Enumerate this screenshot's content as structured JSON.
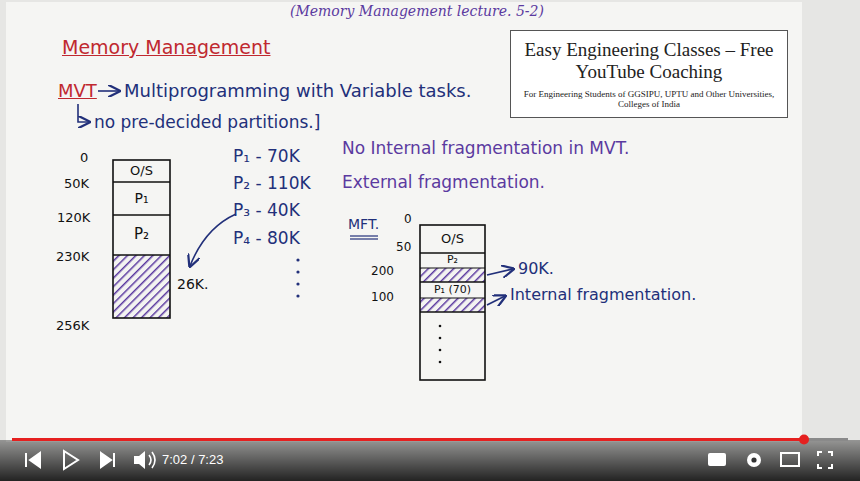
{
  "diagram": {
    "title": "(Memory Management lecture. 5-2)",
    "nodes": [
      {
        "text": [
          "Easy Engineering Classes – Free YouTube Coaching",
          "For Engineering Students of GGSIPU, UPTU and Other Universities, Colleges of India"
        ]
      },
      {
        "text": [
          "O/S"
        ]
      },
      {
        "text": [
          "P₁"
        ]
      },
      {
        "text": [
          "P₂"
        ]
      },
      {
        "text": [
          "O/S"
        ]
      },
      {
        "text": [
          "P₂"
        ]
      },
      {
        "text": [
          "P₁ (70)"
        ]
      }
    ],
    "labels": [
      "Memory Management",
      "MVT",
      "Multiprogramming with Variable tasks.",
      "no pre-decided partitions.]",
      "0",
      "50K",
      "120K",
      "230K",
      "256K",
      "26K.",
      "P₁ - 70K",
      "P₂ - 110K",
      "P₃ - 40K",
      "P₄ - 80K",
      "No Internal fragmentation in MVT.",
      "External fragmentation.",
      "MFT.",
      "0",
      "50",
      "200",
      "100",
      "90K.",
      "Internal fragmentation.",
      "7:02 / 7:23"
    ]
  }
}
